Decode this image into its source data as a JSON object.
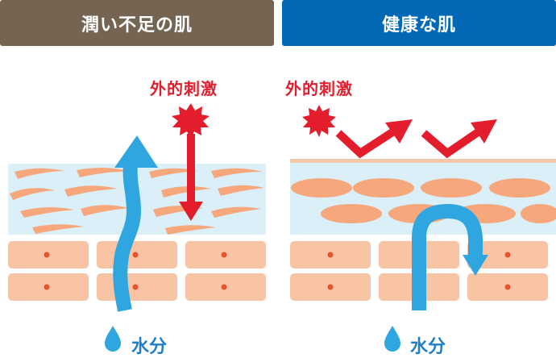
{
  "panels": {
    "left": {
      "title": "潤い不足の肌",
      "header_color": "#756452"
    },
    "right": {
      "title": "健康な肌",
      "header_color": "#0068b5"
    }
  },
  "labels": {
    "external_stimulus": "外的刺激",
    "moisture": "水分"
  },
  "colors": {
    "stimulus_red": "#e41d2c",
    "water_blue": "#2fa6e0",
    "stratum_bg": "#dbeff9",
    "cell_orange": "#f6a77c",
    "skin_cell": "#f9c4a3",
    "nucleus": "#e8532d",
    "surface_line": "#f1c9a8",
    "label_blue": "#1f7fc6"
  },
  "icons": [
    "burst-icon",
    "water-drop-icon",
    "arrow-icon"
  ]
}
